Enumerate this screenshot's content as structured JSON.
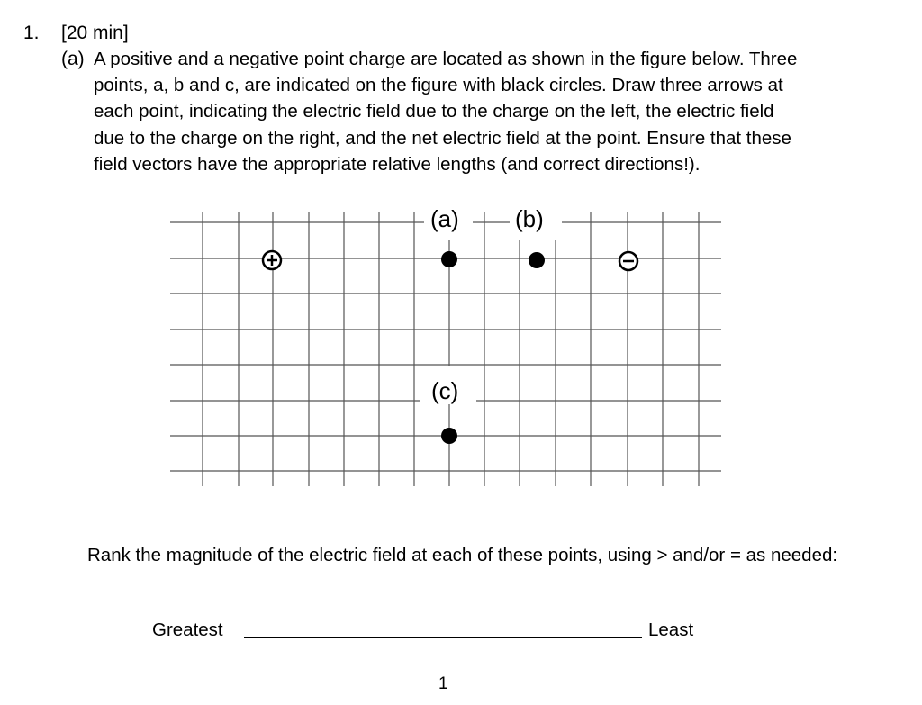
{
  "question": {
    "number": "1.",
    "header": "[20 min]",
    "part_label": "(a)",
    "part_text": "A positive and a negative point charge are located as shown in the figure below. Three\npoints, a, b and c, are indicated on the figure with black circles. Draw three arrows at\neach point, indicating the electric field due to the charge on the left, the electric field\ndue to the charge on the right, and the net electric field at the point. Ensure that these\nfield vectors have the appropriate relative lengths (and correct directions!)."
  },
  "figure": {
    "label_a": "(a)",
    "label_b": "(b)",
    "label_c": "(c)",
    "positive_symbol": "+",
    "negative_symbol": "−",
    "colors": {
      "grid": "#555555",
      "point": "#000000",
      "charge_outline": "#000000"
    }
  },
  "ranking": {
    "prompt": "Rank the magnitude of the electric field at each of these points, using > and/or = as needed:",
    "greatest": "Greatest",
    "least": "Least"
  },
  "page_number": "1"
}
